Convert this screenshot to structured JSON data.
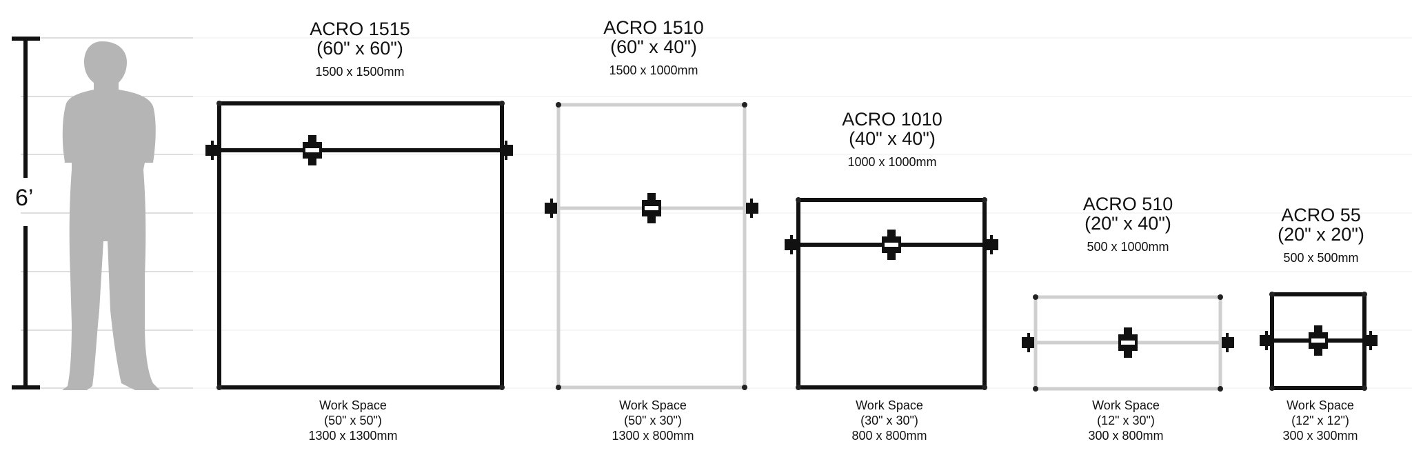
{
  "height_label": "6’",
  "colors": {
    "frame_dark": "#111111",
    "frame_light": "#cfcfcf",
    "person": "#b5b5b5",
    "grid": "#bdbdbd"
  },
  "icons": {
    "person": "person-silhouette-icon",
    "carriage": "carriage-icon"
  },
  "machines": [
    {
      "title": "ACRO 1515",
      "inches": "(60\" x 60\")",
      "mm": "1500 x 1500mm",
      "ws_label": "Work Space",
      "ws_inches": "(50\" x 50\")",
      "ws_mm": "1300 x 1300mm",
      "style": "dark"
    },
    {
      "title": "ACRO 1510",
      "inches": "(60\" x 40\")",
      "mm": "1500 x 1000mm",
      "ws_label": "Work Space",
      "ws_inches": "(50\" x 30\")",
      "ws_mm": "1300 x 800mm",
      "style": "light"
    },
    {
      "title": "ACRO 1010",
      "inches": "(40\" x 40\")",
      "mm": "1000 x 1000mm",
      "ws_label": "Work Space",
      "ws_inches": "(30\" x 30\")",
      "ws_mm": "800 x 800mm",
      "style": "dark"
    },
    {
      "title": "ACRO 510",
      "inches": "(20\" x 40\")",
      "mm": "500 x 1000mm",
      "ws_label": "Work Space",
      "ws_inches": "(12\" x 30\")",
      "ws_mm": "300 x 800mm",
      "style": "light"
    },
    {
      "title": "ACRO 55",
      "inches": "(20\" x 20\")",
      "mm": "500 x 500mm",
      "ws_label": "Work Space",
      "ws_inches": "(12\" x 12\")",
      "ws_mm": "300 x 300mm",
      "style": "dark"
    }
  ]
}
